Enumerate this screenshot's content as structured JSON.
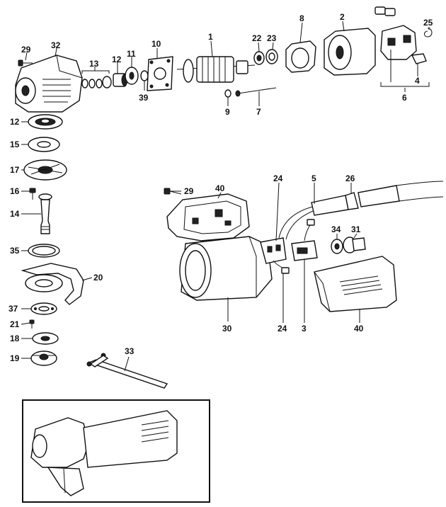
{
  "diagram": {
    "labels": {
      "p1": "1",
      "p2": "2",
      "p3": "3",
      "p4": "4",
      "p5": "5",
      "p6": "6",
      "p7": "7",
      "p8": "8",
      "p9": "9",
      "p10": "10",
      "p11": "11",
      "p12a": "12",
      "p12b": "12",
      "p13": "13",
      "p14": "14",
      "p15": "15",
      "p16": "16",
      "p17": "17",
      "p18": "18",
      "p19": "19",
      "p20": "20",
      "p21": "21",
      "p22": "22",
      "p23": "23",
      "p24a": "24",
      "p24b": "24",
      "p25": "25",
      "p26": "26",
      "p29a": "29",
      "p29b": "29",
      "p30": "30",
      "p31": "31",
      "p32": "32",
      "p33": "33",
      "p34": "34",
      "p35": "35",
      "p37": "37",
      "p39": "39",
      "p40a": "40",
      "p40b": "40"
    }
  }
}
